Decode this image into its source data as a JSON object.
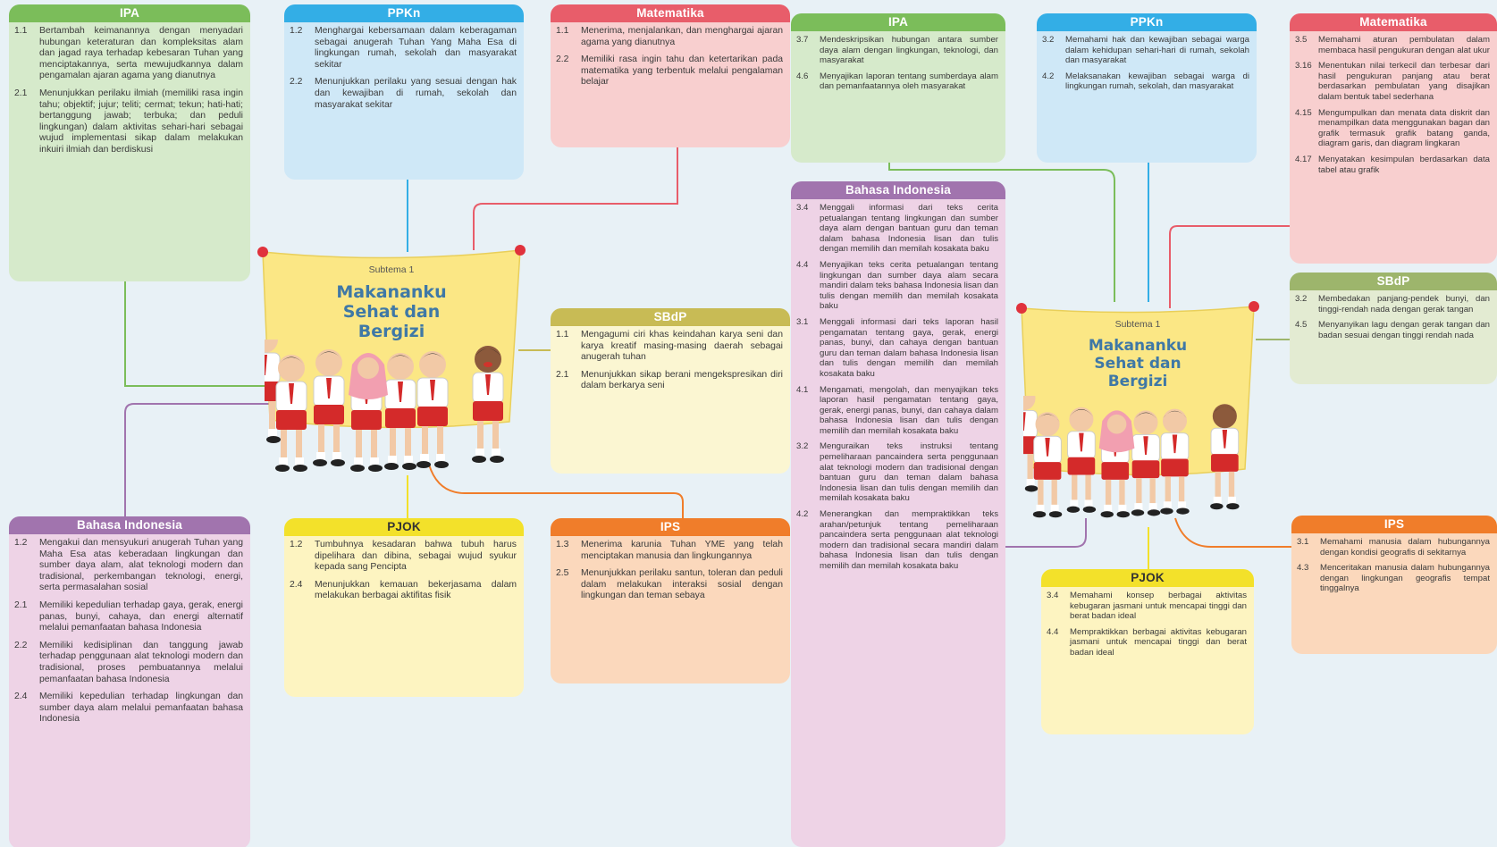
{
  "left": {
    "theme": {
      "subtitle": "Subtema 1",
      "title_lines": [
        "Makananku",
        "Sehat dan",
        "Bergizi"
      ]
    },
    "cards": {
      "ipa": {
        "title": "IPA",
        "items": [
          {
            "num": "1.1",
            "text": "Bertambah keimanannya dengan menyadari hubungan keteraturan dan kompleksitas alam dan jagad raya terhadap kebesaran Tuhan yang menciptakannya, serta mewujudkannya dalam pengamalan ajaran agama yang dianutnya"
          },
          {
            "num": "2.1",
            "text": "Menunjukkan perilaku ilmiah (memiliki rasa ingin tahu; objektif; jujur; teliti; cermat; tekun; hati-hati; bertanggung jawab; terbuka; dan peduli lingkungan) dalam aktivitas sehari-hari sebagai wujud implementasi sikap dalam melakukan inkuiri ilmiah dan berdiskusi"
          }
        ]
      },
      "ppkn": {
        "title": "PPKn",
        "items": [
          {
            "num": "1.2",
            "text": "Menghargai kebersamaan dalam keberagaman sebagai anugerah Tuhan Yang Maha Esa di lingkungan rumah, sekolah dan masyarakat sekitar"
          },
          {
            "num": "2.2",
            "text": "Menunjukkan perilaku yang sesuai dengan hak dan kewajiban di rumah, sekolah dan masyarakat sekitar"
          }
        ]
      },
      "mat": {
        "title": "Matematika",
        "items": [
          {
            "num": "1.1",
            "text": "Menerima, menjalankan, dan menghargai ajaran agama yang dianutnya"
          },
          {
            "num": "2.2",
            "text": "Memiliki rasa ingin tahu dan ketertarikan pada matematika yang terbentuk melalui pengalaman belajar"
          }
        ]
      },
      "sbdp": {
        "title": "SBdP",
        "items": [
          {
            "num": "1.1",
            "text": "Mengagumi ciri khas keindahan karya seni dan karya kreatif masing-masing daerah sebagai anugerah tuhan"
          },
          {
            "num": "2.1",
            "text": "Menunjukkan sikap berani mengekspresikan diri dalam berkarya seni"
          }
        ]
      },
      "bi": {
        "title": "Bahasa Indonesia",
        "items": [
          {
            "num": "1.2",
            "text": "Mengakui dan mensyukuri anugerah Tuhan yang Maha Esa atas keberadaan lingkungan dan sumber daya alam, alat teknologi modern dan tradisional, perkembangan teknologi, energi, serta permasalahan sosial"
          },
          {
            "num": "2.1",
            "text": "Memiliki kepedulian terhadap gaya, gerak, energi panas, bunyi, cahaya, dan energi alternatif melalui pemanfaatan bahasa Indonesia"
          },
          {
            "num": "2.2",
            "text": "Memiliki kedisiplinan dan tanggung jawab terhadap penggunaan alat teknologi modern dan tradisional, proses pembuatannya melalui pemanfaatan bahasa Indonesia"
          },
          {
            "num": "2.4",
            "text": "Memiliki kepedulian terhadap lingkungan dan sumber daya alam melalui pemanfaatan bahasa Indonesia"
          }
        ]
      },
      "piok": {
        "title": "PJOK",
        "items": [
          {
            "num": "1.2",
            "text": "Tumbuhnya kesadaran bahwa tubuh harus dipelihara dan dibina, sebagai wujud syukur kepada sang Pencipta"
          },
          {
            "num": "2.4",
            "text": "Menunjukkan kemauan bekerjasama dalam melakukan berbagai aktifitas fisik"
          }
        ]
      },
      "ips": {
        "title": "IPS",
        "items": [
          {
            "num": "1.3",
            "text": "Menerima karunia Tuhan YME yang telah menciptakan manusia dan lingkungannya"
          },
          {
            "num": "2.5",
            "text": "Menunjukkan perilaku santun, toleran dan peduli dalam melakukan interaksi sosial dengan lingkungan dan teman sebaya"
          }
        ]
      }
    }
  },
  "right": {
    "theme": {
      "subtitle": "Subtema 1",
      "title_lines": [
        "Makananku",
        "Sehat dan",
        "Bergizi"
      ]
    },
    "cards": {
      "ipa": {
        "title": "IPA",
        "items": [
          {
            "num": "3.7",
            "text": "Mendeskripsikan hubungan antara sumber daya alam dengan lingkungan, teknologi, dan masyarakat"
          },
          {
            "num": "4.6",
            "text": "Menyajikan laporan tentang sumberdaya alam dan pemanfaatannya oleh masyarakat"
          }
        ]
      },
      "ppkn": {
        "title": "PPKn",
        "items": [
          {
            "num": "3.2",
            "text": "Memahami hak dan kewajiban sebagai warga dalam kehidupan sehari-hari di rumah, sekolah dan masyarakat"
          },
          {
            "num": "4.2",
            "text": "Melaksanakan kewajiban sebagai warga di lingkungan rumah, sekolah, dan masyarakat"
          }
        ]
      },
      "mat": {
        "title": "Matematika",
        "items": [
          {
            "num": "3.5",
            "text": "Memahami aturan pembulatan dalam membaca hasil pengukuran dengan alat ukur"
          },
          {
            "num": "3.16",
            "text": "Menentukan nilai terkecil dan terbesar dari hasil pengukuran panjang atau berat berdasarkan pembulatan yang disajikan dalam bentuk tabel sederhana"
          },
          {
            "num": "4.15",
            "text": "Mengumpulkan dan menata data diskrit dan menampilkan data menggunakan bagan dan grafik termasuk grafik batang ganda, diagram garis, dan diagram lingkaran"
          },
          {
            "num": "4.17",
            "text": "Menyatakan kesimpulan berdasarkan data tabel atau grafik"
          }
        ]
      },
      "sbdp": {
        "title": "SBdP",
        "items": [
          {
            "num": "3.2",
            "text": "Membedakan panjang-pendek bunyi, dan tinggi-rendah nada dengan gerak tangan"
          },
          {
            "num": "4.5",
            "text": "Menyanyikan lagu dengan gerak tangan dan badan sesuai dengan tinggi rendah nada"
          }
        ]
      },
      "bi": {
        "title": "Bahasa Indonesia",
        "items": [
          {
            "num": "3.4",
            "text": "Menggali informasi dari teks cerita petualangan tentang lingkungan dan sumber daya alam dengan bantuan guru dan teman dalam bahasa Indonesia lisan dan tulis dengan memilih dan memilah kosakata baku"
          },
          {
            "num": "4.4",
            "text": "Menyajikan teks cerita petualangan tentang lingkungan dan sumber daya alam secara mandiri dalam teks bahasa Indonesia lisan dan tulis dengan memilih dan memilah kosakata baku"
          },
          {
            "num": "3.1",
            "text": "Menggali informasi dari teks laporan hasil pengamatan tentang gaya, gerak, energi panas, bunyi, dan cahaya dengan bantuan guru dan teman dalam bahasa Indonesia lisan dan tulis dengan memilih dan memilah kosakata baku"
          },
          {
            "num": "4.1",
            "text": "Mengamati, mengolah, dan menyajikan teks laporan hasil pengamatan tentang gaya, gerak, energi panas, bunyi, dan cahaya dalam bahasa Indonesia lisan dan tulis dengan memilih dan memilah kosakata baku"
          },
          {
            "num": "3.2",
            "text": "Menguraikan teks instruksi tentang pemeliharaan pancaindera serta penggunaan alat teknologi modern dan tradisional dengan bantuan guru dan teman dalam bahasa Indonesia lisan dan tulis dengan memilih dan memilah kosakata baku"
          },
          {
            "num": "4.2",
            "text": "Menerangkan dan mempraktikkan teks arahan/petunjuk tentang pemeliharaan pancaindera serta penggunaan alat teknologi modern dan tradisional secara mandiri dalam bahasa Indonesia lisan dan tulis dengan memilih dan memilah kosakata baku"
          }
        ]
      },
      "piok": {
        "title": "PJOK",
        "items": [
          {
            "num": "3.4",
            "text": "Memahami konsep berbagai aktivitas kebugaran jasmani untuk mencapai tinggi dan berat badan ideal"
          },
          {
            "num": "4.4",
            "text": "Mempraktikkan berbagai aktivitas kebugaran jasmani untuk mencapai tinggi dan berat badan ideal"
          }
        ]
      },
      "ips": {
        "title": "IPS",
        "items": [
          {
            "num": "3.1",
            "text": "Memahami manusia dalam hubungannya dengan kondisi geografis di sekitarnya"
          },
          {
            "num": "4.3",
            "text": "Menceritakan manusia dalam hubungannya dengan lingkungan geografis tempat tinggalnya"
          }
        ]
      }
    }
  },
  "colors": {
    "ipa": "#7bbd5a",
    "ppkn": "#33aee6",
    "mat": "#e85d6a",
    "sbdp": "#c8bb55",
    "bi": "#a174ae",
    "piok": "#f3e12a",
    "ips": "#f07d2a",
    "banner": "#fbe785",
    "title": "#3f78a6"
  }
}
